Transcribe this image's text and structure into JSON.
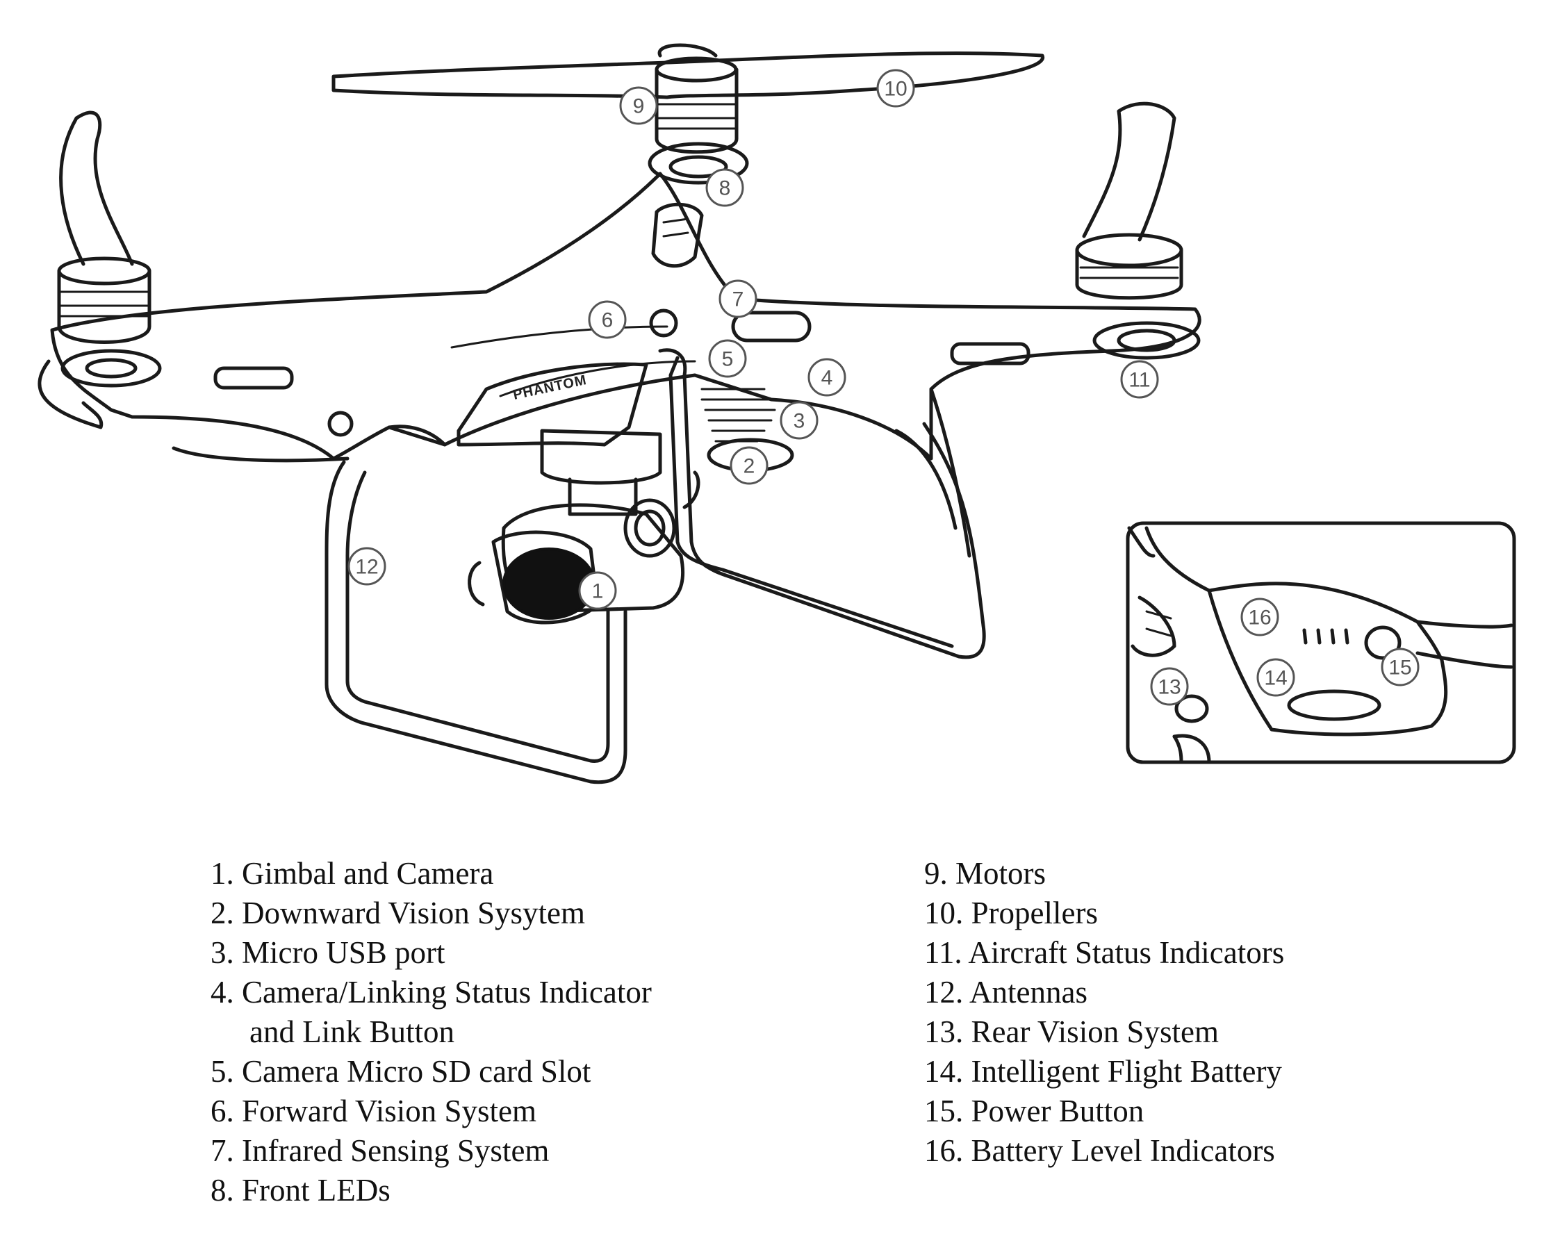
{
  "diagram": {
    "brand_label": "PHANTOM",
    "callouts": [
      "1",
      "2",
      "3",
      "4",
      "5",
      "6",
      "7",
      "8",
      "9",
      "10",
      "11",
      "12",
      "13",
      "14",
      "15",
      "16"
    ]
  },
  "legend": {
    "left": [
      "1. Gimbal and Camera",
      "2. Downward Vision Sysytem",
      "3. Micro USB port",
      "4. Camera/Linking Status Indicator",
      "and Link Button",
      "5. Camera Micro SD card Slot",
      "6. Forward Vision System",
      "7. Infrared Sensing System",
      "8. Front LEDs"
    ],
    "right": [
      "9. Motors",
      "10. Propellers",
      "11. Aircraft Status Indicators",
      "12. Antennas",
      "13. Rear Vision System",
      "14. Intelligent Flight Battery",
      "15. Power Button",
      "16. Battery Level Indicators"
    ]
  }
}
